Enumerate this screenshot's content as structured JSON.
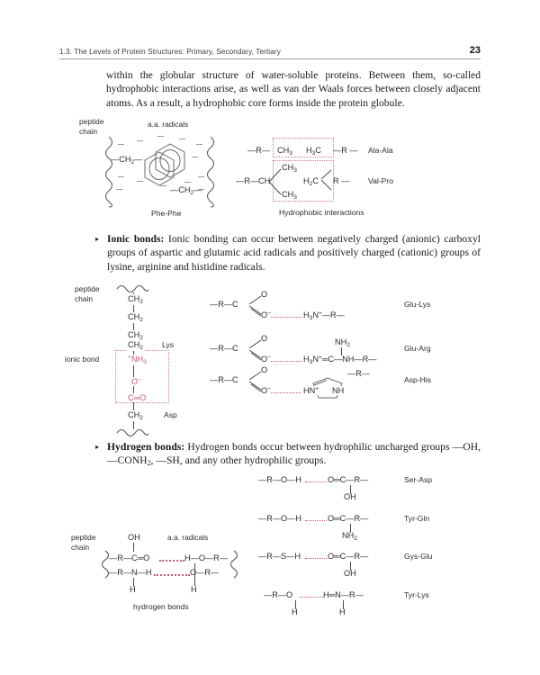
{
  "runhead": {
    "title": "1.3. The Levels of Protein Structures: Primary, Secondary, Tertiary",
    "page_number": "23"
  },
  "body": {
    "intro_paragraph": "within the globular structure of water-soluble proteins. Between them, so-called hydrophobic interactions arise, as well as van der Waals forces between closely adjacent atoms. As a result, a hydrophobic core forms inside the protein globule.",
    "bullets": [
      {
        "marker": "▸",
        "term": "Ionic bonds:",
        "text": " Ionic bonding can occur between negatively charged (anionic) carboxyl groups of aspartic and glutamic acid radicals and positively charged (cationic) groups of lysine, arginine and histidine radicals."
      },
      {
        "marker": "▸",
        "term": "Hydrogen bonds:",
        "text_before": " Hydrogen bonds occur between hydrophilic uncharged groups ",
        "formula_1": "—OH,",
        "formula_2": "—CONH",
        "formula_2_sub": "2",
        "formula_2_after": ",",
        "formula_3": "—SH,",
        "text_after": " and any other hydrophilic groups."
      }
    ]
  },
  "figure_hydrophobic": {
    "label_peptide_chain_line1": "peptide",
    "label_peptide_chain_line2": "chain",
    "label_aa_radicals": "a.a. radicals",
    "caption_left": "Phe-Phe",
    "caption_right": "Hydrophobic interactions",
    "phe_left_group": "—CH",
    "phe_left_sub": "2",
    "phe_left_dash": "—",
    "phe_right_group": "—CH",
    "phe_right_sub": "2",
    "phe_right_dash": "—",
    "rows": [
      {
        "left_chain": "—R—",
        "left_group": "CH",
        "left_group_sub": "3",
        "right_group": "H",
        "right_group_sub": "3",
        "right_group_tail": "C",
        "right_chain": "—R —",
        "pair": "Ala-Ala"
      },
      {
        "left_chain": "—R—CH",
        "branch_top": "CH",
        "branch_top_sub": "3",
        "branch_bottom": "CH",
        "branch_bottom_sub": "3",
        "right_group": "H",
        "right_group_sub": "2",
        "right_group_tail": "C",
        "right_chain": "R —",
        "pair": "Val-Pro"
      }
    ]
  },
  "figure_ionic": {
    "label_peptide_chain_line1": "peptide",
    "label_peptide_chain_line2": "chain",
    "label_ionic_bond": "ionic bond",
    "lys_label": "Lys",
    "asp_label": "Asp",
    "left_column": [
      {
        "text": "CH",
        "sub": "2"
      },
      {
        "text": "CH",
        "sub": "2"
      },
      {
        "text": "CH",
        "sub": "2"
      },
      {
        "text": "CH",
        "sub": "2"
      },
      {
        "text": "NH",
        "sub": "3",
        "sup": "+",
        "magenta": true
      },
      {
        "text": "O",
        "sup": "−",
        "magenta": true
      },
      {
        "text": "C",
        "extra": "O",
        "magenta": true
      },
      {
        "text": "CH",
        "sub": "2"
      }
    ],
    "rows": [
      {
        "carboxyl": "—R—C",
        "o_top": "O",
        "o_bottom": "O",
        "o_bottom_sup": "−",
        "partner": "H",
        "partner_sub": "3",
        "partner_tail": "N",
        "partner_sup": "+",
        "partner_chain": "—R—",
        "pair": "Glu-Lys"
      },
      {
        "carboxyl": "—R—C",
        "o_top": "O",
        "o_bottom": "O",
        "o_bottom_sup": "−",
        "partner": "H",
        "partner_sub": "3",
        "partner_tail": "N",
        "partner_sup": "+",
        "partner_chain": "═C—NH—R—",
        "amine": "NH",
        "amine_sub": "2",
        "pair": "Glu-Arg"
      },
      {
        "carboxyl": "—R—C",
        "o_top": "O",
        "o_bottom": "O",
        "o_bottom_sup": "−",
        "ring_left": "HN",
        "ring_left_sup": "+",
        "ring_right": "NH",
        "ring_chain": "—R—",
        "pair": "Asp-His"
      }
    ]
  },
  "figure_hydrogen": {
    "label_peptide_chain_line1": "peptide",
    "label_peptide_chain_line2": "chain",
    "label_aa_radicals": "a.a. radicals",
    "caption": "hydrogen bonds",
    "left_oh": "OH",
    "left_row1": "—R—C═O",
    "left_row1_right": "H—O—R—",
    "left_row2": "—R—N—H",
    "left_row2_right": "O—R—",
    "left_h1": "H",
    "left_h2": "H",
    "rows": [
      {
        "donor": "—R—O—H",
        "acceptor": "O═C—R—",
        "substituent": "OH",
        "pair": "Ser-Asp"
      },
      {
        "donor": "—R—O—H",
        "acceptor": "O═C—R—",
        "substituent": "NH",
        "substituent_sub": "2",
        "pair": "Tyr-Gln"
      },
      {
        "donor": "—R—S—H",
        "acceptor": "O═C—R—",
        "substituent": "OH",
        "pair": "Gys-Glu"
      },
      {
        "donor": "—R—O",
        "acceptor": "H═N—R—",
        "sub_left": "H",
        "sub_right": "H",
        "pair": "Tyr-Lys"
      }
    ]
  },
  "colors": {
    "magenta": "#c2577f",
    "box_border": "#d1739b",
    "rule": "#9a9a9a",
    "ink": "#2b2b2b"
  }
}
